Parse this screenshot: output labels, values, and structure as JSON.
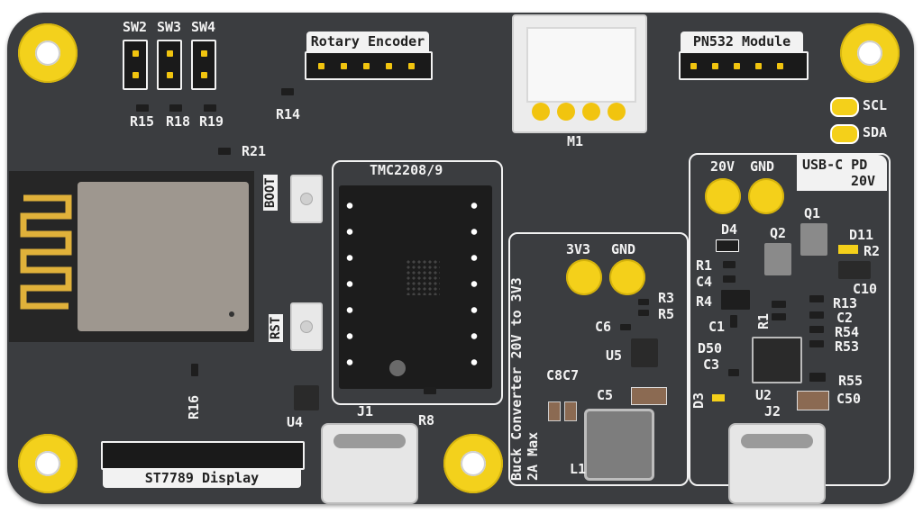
{
  "labels": {
    "sw2": "SW2",
    "sw3": "SW3",
    "sw4": "SW4",
    "rotary": "Rotary Encoder",
    "m1": "M1",
    "pn532": "PN532 Module",
    "scl": "SCL",
    "sda": "SDA",
    "r15": "R15",
    "r18": "R18",
    "r19": "R19",
    "r14": "R14",
    "r21": "R21",
    "boot": "BOOT",
    "rst": "RST",
    "tmc": "TMC2208/9",
    "r16": "R16",
    "u4": "U4",
    "j1": "J1",
    "r8": "R8",
    "st7789": "ST7789 Display",
    "buck_line1": "Buck Converter 20V to 3V3",
    "buck_line2": "2A Max",
    "p3v3": "3V3",
    "pgnd": "GND",
    "r3": "R3",
    "r5": "R5",
    "c6": "C6",
    "u5": "U5",
    "c8c7": "C8C7",
    "c5": "C5",
    "l1": "L1",
    "usbc_pd1": "USB-C PD",
    "usbc_pd2": "20V",
    "p20v": "20V",
    "pgnd2": "GND",
    "q1": "Q1",
    "q2": "Q2",
    "d4": "D4",
    "d11": "D11",
    "r2": "R2",
    "r1": "R1",
    "c4": "C4",
    "r4": "R4",
    "c10": "C10",
    "c1": "C1",
    "r11": "R1",
    "d50": "D50",
    "c3": "C3",
    "r13": "R13",
    "c2": "C2",
    "r54": "R54",
    "r53": "R53",
    "r55": "R55",
    "c50": "C50",
    "d3": "D3",
    "u2": "U2",
    "j2": "J2"
  },
  "colors": {
    "board": "#3b3d40",
    "silkscreen": "#f2f2f2",
    "copper_pad": "#f4d01a",
    "antenna": "#e0b13a",
    "module": "#9e978f"
  }
}
